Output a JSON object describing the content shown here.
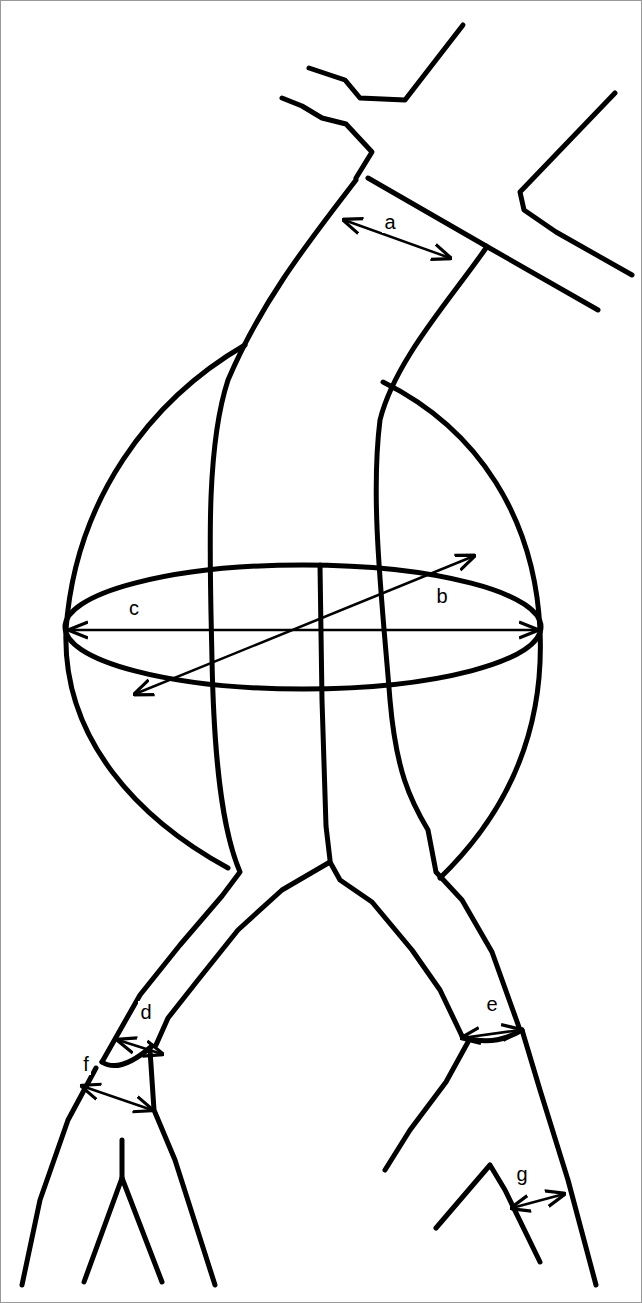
{
  "diagram": {
    "labels": [
      "a",
      "b",
      "c",
      "d",
      "e",
      "f",
      "g"
    ]
  }
}
